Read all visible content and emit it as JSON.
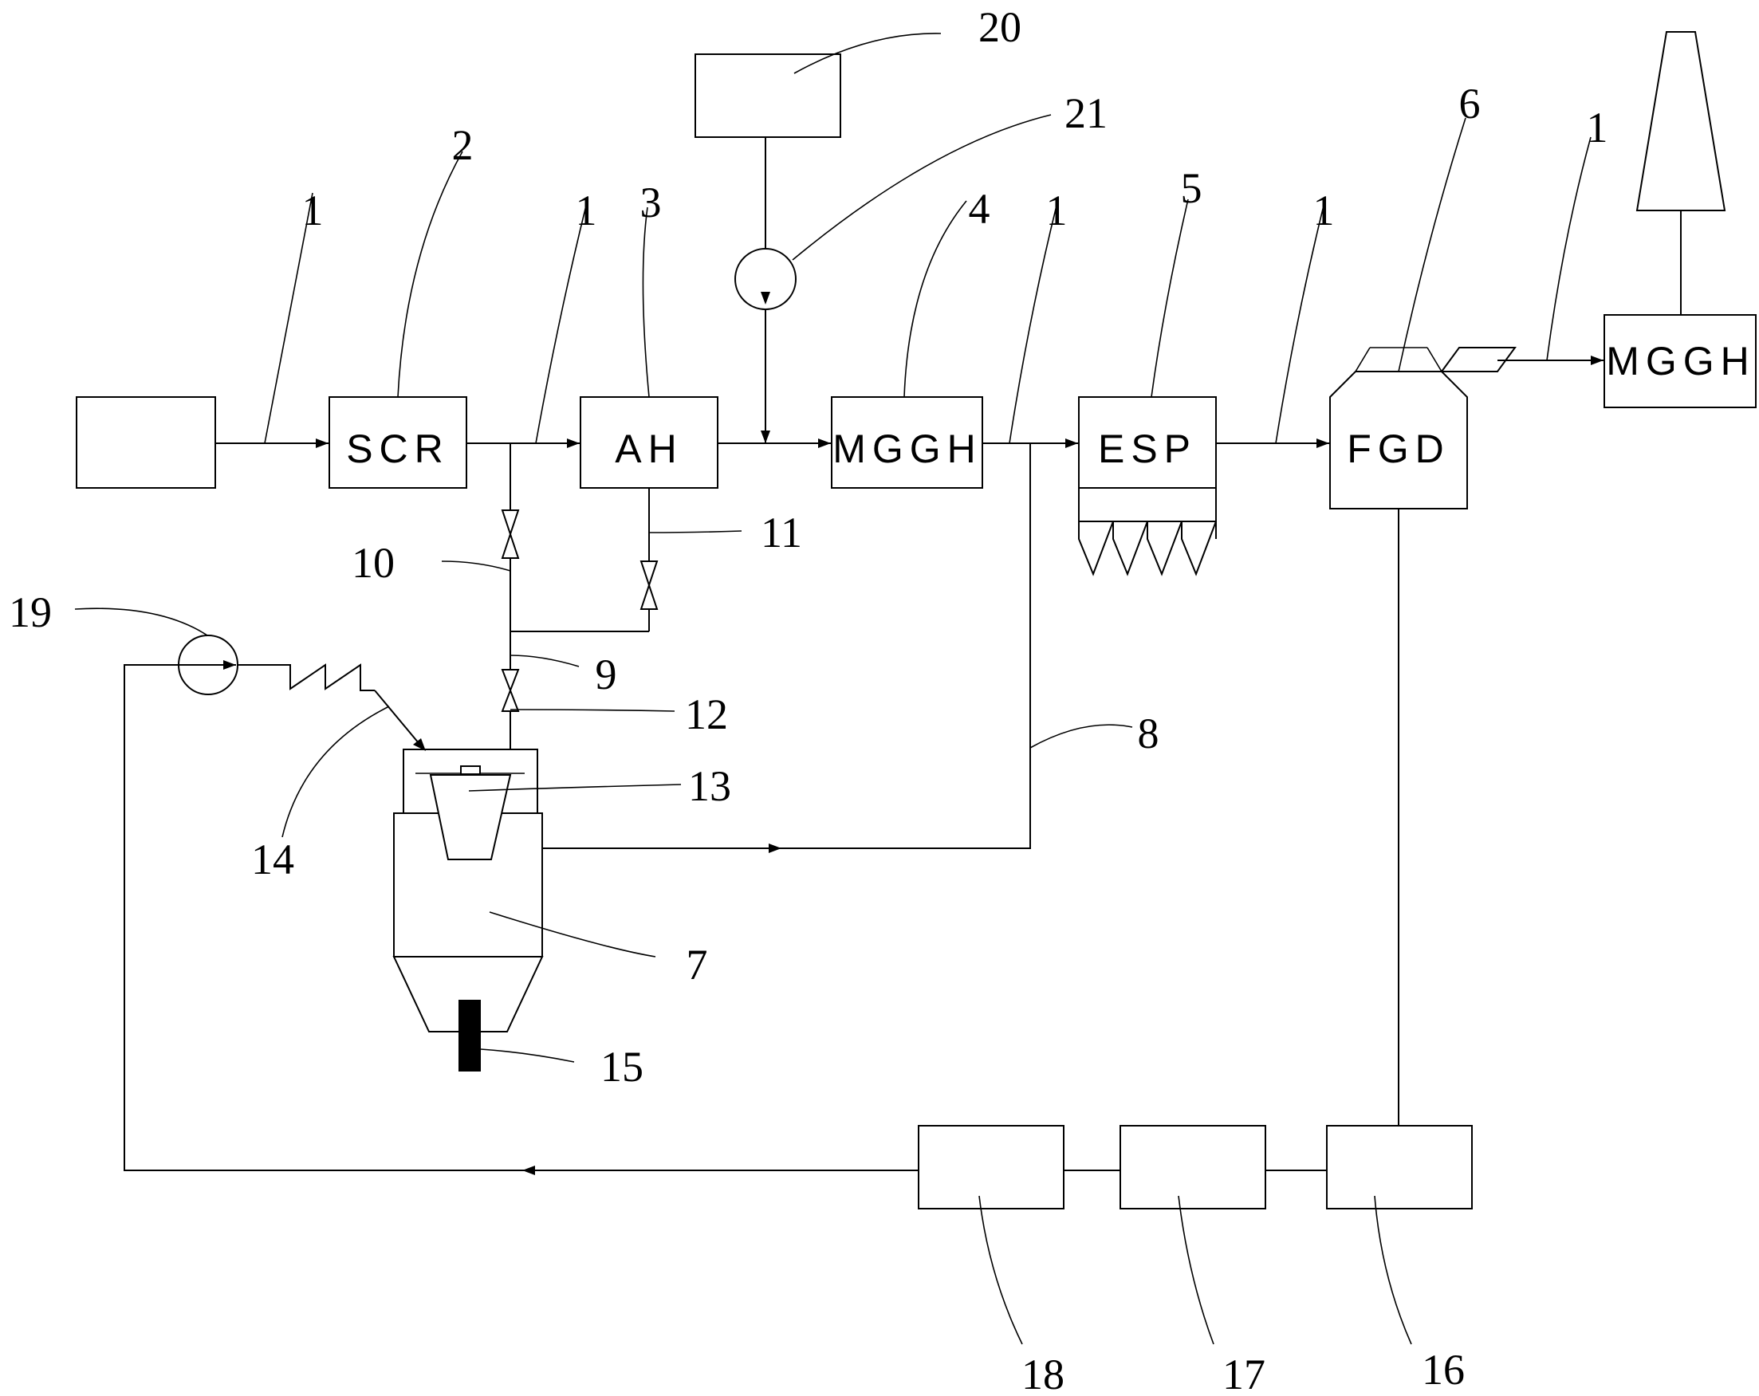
{
  "boxes": {
    "scr": "SCR",
    "ah": "AH",
    "mggh1": "MGGH",
    "esp": "ESP",
    "fgd": "FGD",
    "mggh2": "MGGH"
  },
  "callouts": {
    "n1a": "1",
    "n1b": "1",
    "n1c": "1",
    "n1d": "1",
    "n1e": "1",
    "n2": "2",
    "n3": "3",
    "n4": "4",
    "n5": "5",
    "n6": "6",
    "n7": "7",
    "n8": "8",
    "n9": "9",
    "n10": "10",
    "n11": "11",
    "n12": "12",
    "n13": "13",
    "n14": "14",
    "n15": "15",
    "n16": "16",
    "n17": "17",
    "n18": "18",
    "n19": "19",
    "n20": "20",
    "n21": "21"
  }
}
